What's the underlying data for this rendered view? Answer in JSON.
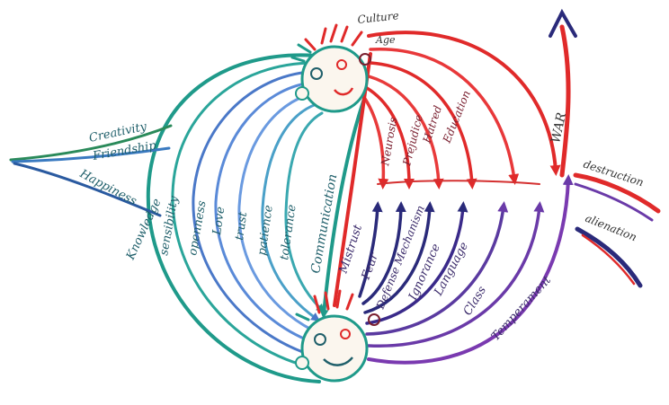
{
  "colors": {
    "teal": "#1f9a8a",
    "blue": "#4a78c8",
    "red": "#e02a2a",
    "purple": "#6a3aa8",
    "navy": "#2a2a7a",
    "face_fill": "#fbf6ee"
  },
  "top_labels": {
    "culture": "Culture",
    "age": "Age"
  },
  "left_branch": [
    "Creativity",
    "Friendship",
    "Happiness"
  ],
  "left_arcs": [
    "Knowledge",
    "sensibility",
    "openness",
    "Love",
    "trust",
    "patience",
    "tolerance"
  ],
  "center_label": "Communication",
  "red_arcs": [
    "Neurosis",
    "Prejudice",
    "Hatred",
    "Education"
  ],
  "purple_arcs": [
    "Mistrust",
    "Fear",
    "Defense Mechanism",
    "Ignorance",
    "Language",
    "Class",
    "Temperament"
  ],
  "outcomes": [
    "WAR",
    "destruction",
    "alienation"
  ]
}
